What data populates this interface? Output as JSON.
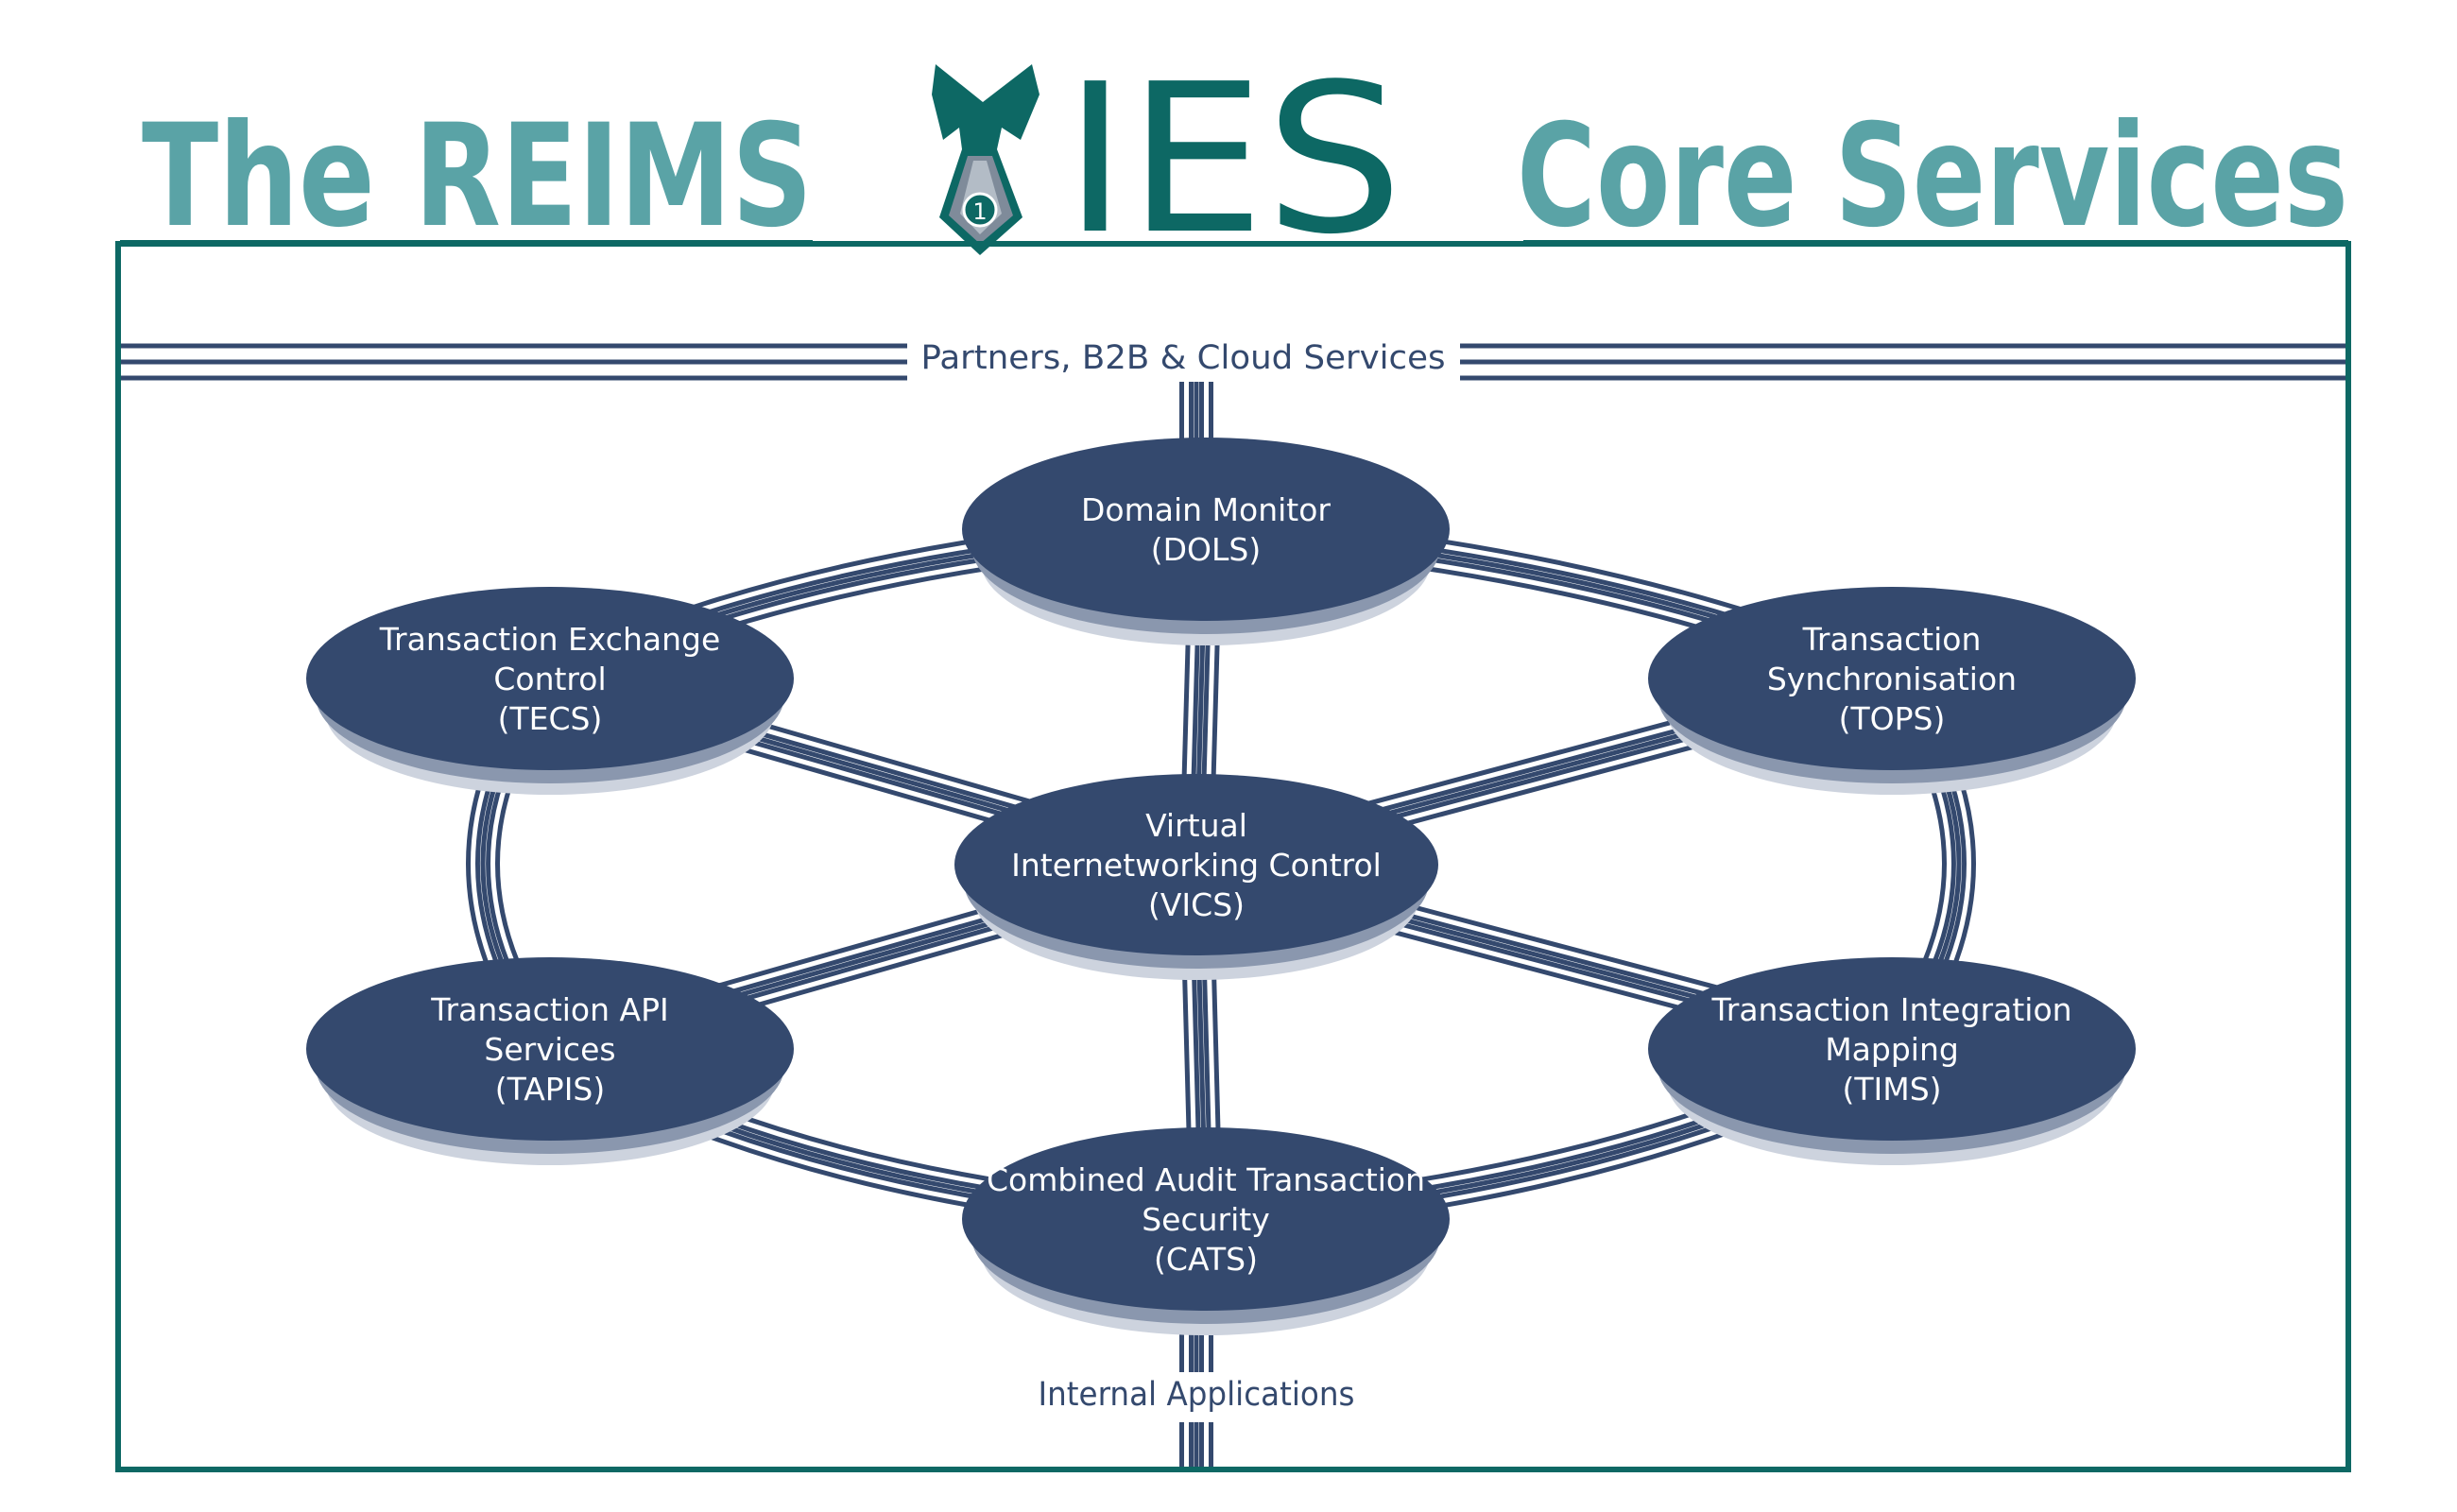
{
  "title": {
    "left": "The REIMS",
    "logo": "IES",
    "right": "Core Services"
  },
  "logo_icon": "tie-icon",
  "logo_badge": "1",
  "external": {
    "top": "Partners, B2B & Cloud Services",
    "bottom": "Internal Applications"
  },
  "nodes": [
    {
      "id": "dols",
      "lines": [
        "Domain Monitor",
        "(DOLS)"
      ]
    },
    {
      "id": "tecs",
      "lines": [
        "Transaction Exchange",
        "Control",
        "(TECS)"
      ]
    },
    {
      "id": "tops",
      "lines": [
        "Transaction",
        "Synchronisation",
        "(TOPS)"
      ]
    },
    {
      "id": "vics",
      "lines": [
        "Virtual",
        "Internetworking Control",
        "(VICS)"
      ]
    },
    {
      "id": "tapis",
      "lines": [
        "Transaction API",
        "Services",
        "(TAPIS)"
      ]
    },
    {
      "id": "tims",
      "lines": [
        "Transaction Integration",
        "Mapping",
        "(TIMS)"
      ]
    },
    {
      "id": "cats",
      "lines": [
        "Combined Audit Transaction",
        "Security",
        "(CATS)"
      ]
    }
  ],
  "connections": [
    [
      "dols",
      "tecs"
    ],
    [
      "dols",
      "tops"
    ],
    [
      "dols",
      "vics"
    ],
    [
      "tecs",
      "tapis"
    ],
    [
      "tops",
      "tims"
    ],
    [
      "tapis",
      "cats"
    ],
    [
      "tims",
      "cats"
    ],
    [
      "vics",
      "tecs"
    ],
    [
      "vics",
      "tops"
    ],
    [
      "vics",
      "tapis"
    ],
    [
      "vics",
      "tims"
    ],
    [
      "vics",
      "cats"
    ]
  ],
  "colors": {
    "title": "#5aa3a6",
    "logo": "#0d6864",
    "frame": "#0d6864",
    "node": "#34496e",
    "wire": "#34496e",
    "label": "#34496e"
  }
}
